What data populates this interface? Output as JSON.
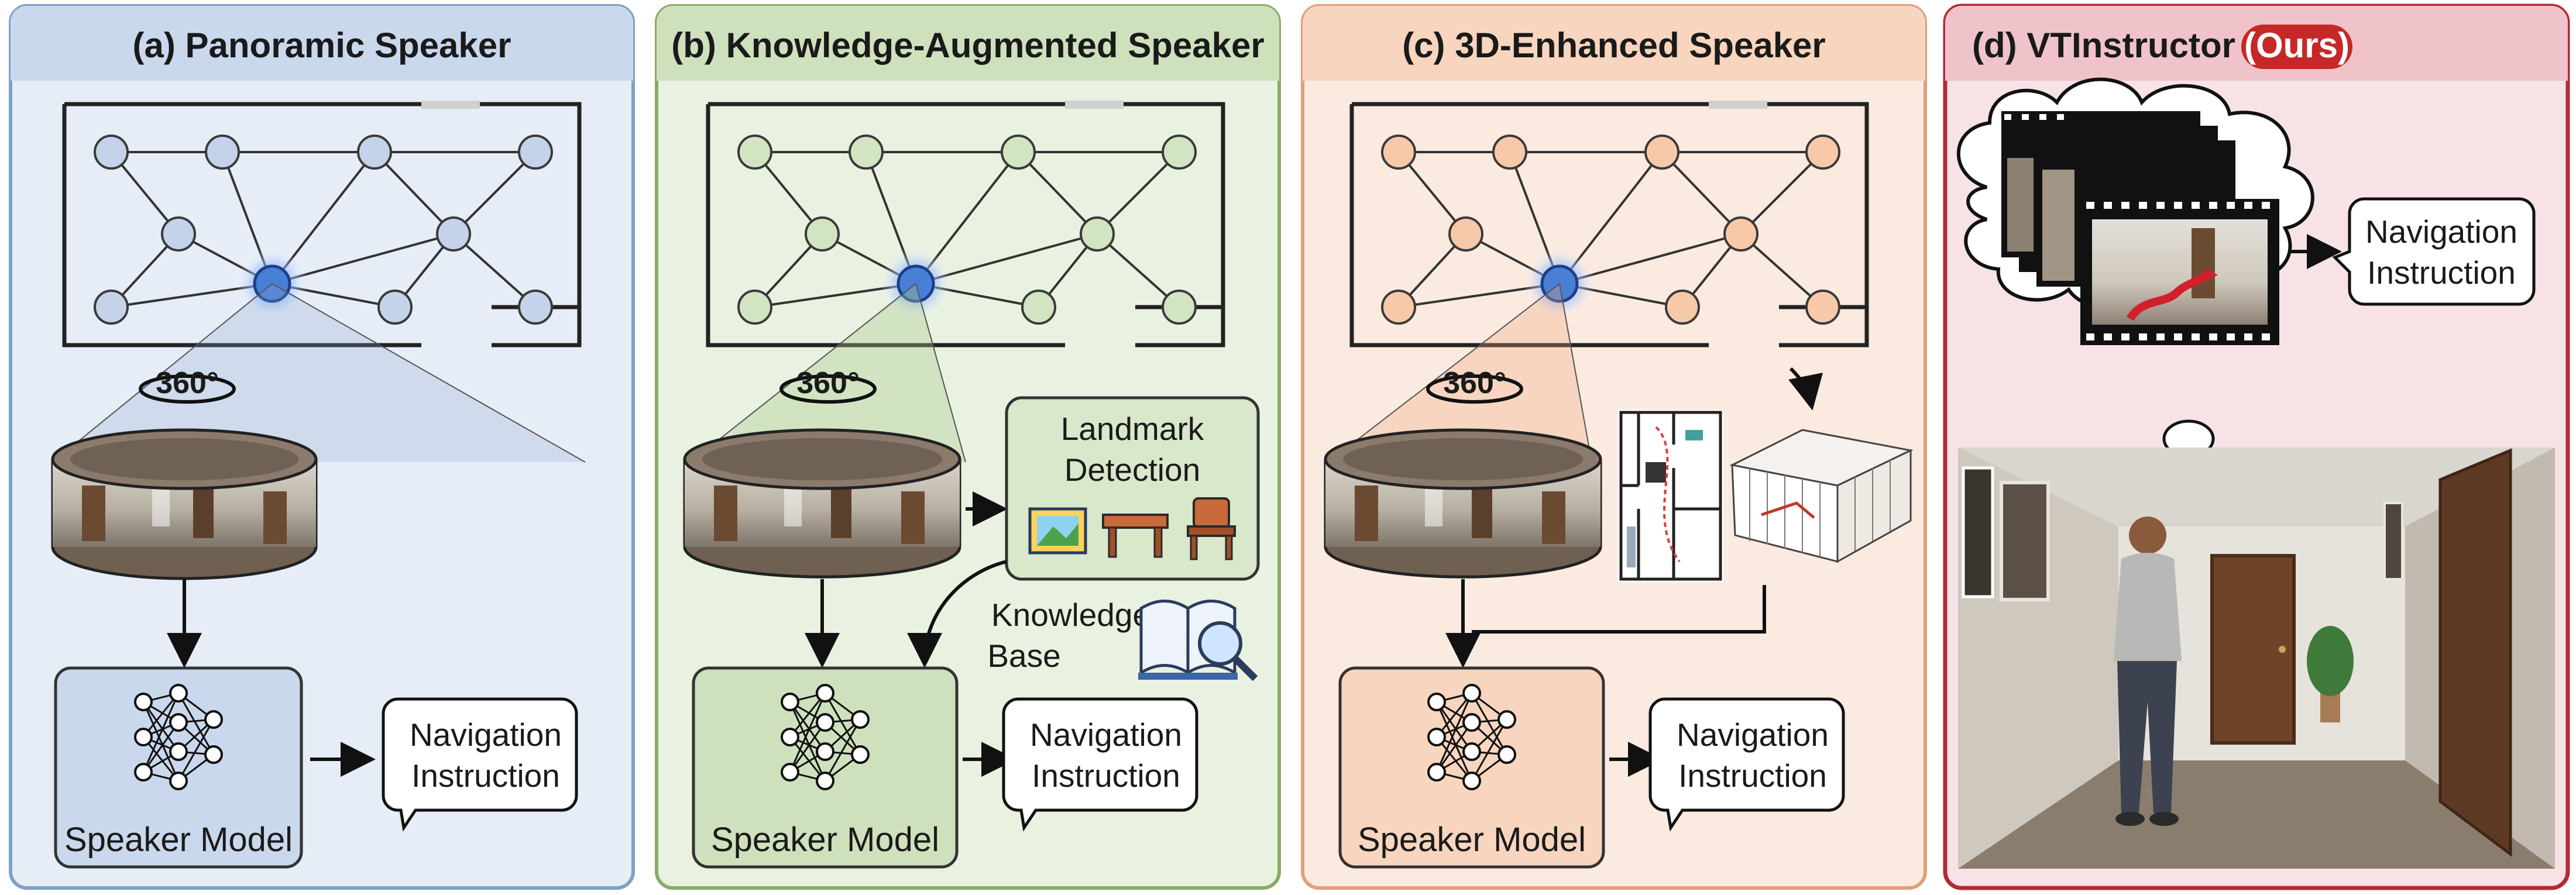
{
  "panels": [
    {
      "title": "(a) Panoramic Speaker",
      "model": "Speaker Model",
      "output": "Navigation Instruction",
      "rotation": "360°"
    },
    {
      "title": "(b) Knowledge-Augmented Speaker",
      "model": "Speaker Model",
      "output": "Navigation Instruction",
      "rotation": "360°",
      "landmark": "Landmark Detection",
      "knowledge": "Knowledge Base"
    },
    {
      "title": "(c) 3D-Enhanced Speaker",
      "model": "Speaker Model",
      "output": "Navigation Instruction",
      "rotation": "360°"
    },
    {
      "title": "(d) VTInstructor",
      "badge": "(Ours)",
      "output": "Navigation Instruction"
    }
  ],
  "colors": {
    "a": {
      "bg": "#e6edf7",
      "header": "#c9d8ec",
      "border": "#7fa0c8",
      "node": "#c4d3ea"
    },
    "b": {
      "bg": "#e9f1e1",
      "header": "#cfe0bd",
      "border": "#86ad64",
      "node": "#d2e4c2"
    },
    "c": {
      "bg": "#fbeadf",
      "header": "#f7d5be",
      "border": "#e0a07a",
      "node": "#f8c9a9"
    },
    "d": {
      "bg": "#f7e3e6",
      "header": "#efc3c9",
      "border": "#b42a33",
      "badge": "#c62828"
    },
    "focus": "#4a7fd6"
  }
}
